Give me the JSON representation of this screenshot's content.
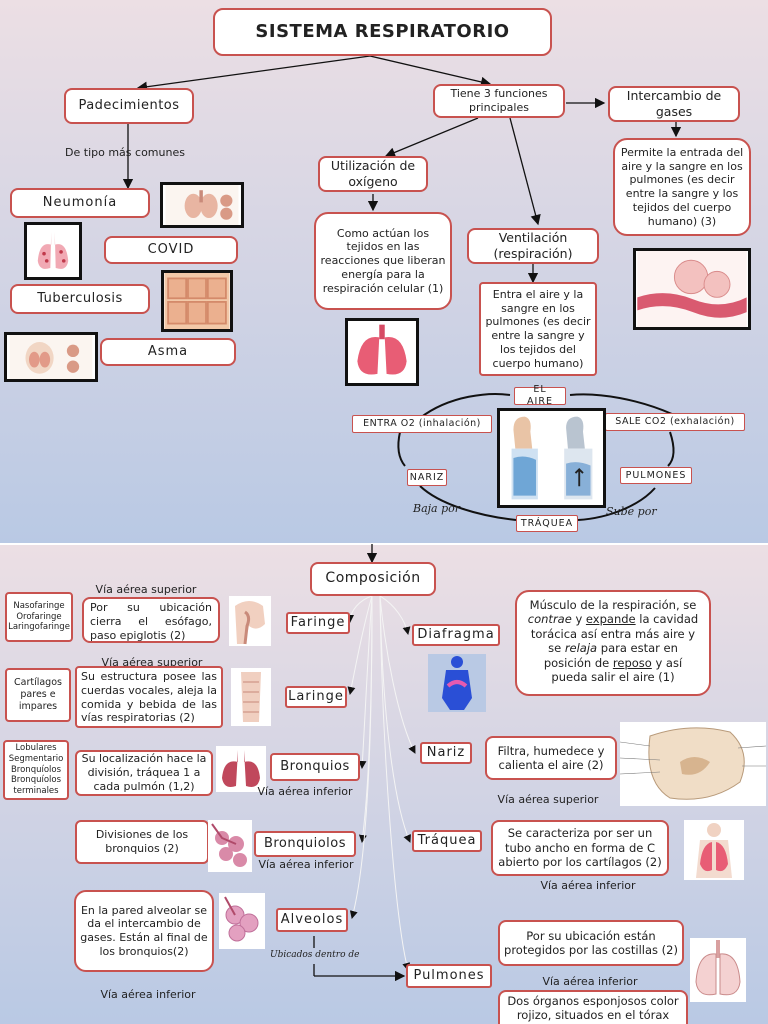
{
  "title": "SISTEMA RESPIRATORIO",
  "top": {
    "padecimientos": "Padecimientos",
    "de_tipo": "De tipo más comunes",
    "neumonia": "Neumonía",
    "covid": "COVID",
    "tuberculosis": "Tuberculosis",
    "asma": "Asma",
    "funciones": "Tiene 3 funciones principales",
    "utilizacion": "Utilización de oxígeno",
    "utilizacion_desc": "Como actúan los tejidos en las reacciones que liberan energía para la respiración celular (1)",
    "ventilacion": "Ventilación (respiración)",
    "ventilacion_desc": "Entra el aire y la sangre en los pulmones (es decir entre la sangre y los tejidos del cuerpo humano)",
    "intercambio": "Intercambio de gases",
    "intercambio_desc": "Permite la entrada del aire y la sangre en los pulmones (es decir entre la sangre y los tejidos del cuerpo humano) (3)",
    "el_aire": "EL AIRE",
    "entra": "ENTRA O2 (inhalación)",
    "sale": "SALE CO2 (exhalación)",
    "nariz": "NARIZ",
    "pulmones": "PULMONES",
    "traquea": "TRÁQUEA",
    "baja_por": "Baja por",
    "sube_por": "Sube por"
  },
  "bottom": {
    "composicion": "Composición",
    "faringe": "Faringe",
    "faringe_types": "Nasofaringe Orofaringe Laringofaringe",
    "faringe_via": "Vía aérea superior",
    "faringe_desc": "Por su ubicación cierra el esófago, paso epiglotis (2)",
    "laringe": "Laringe",
    "laringe_types": "Cartílagos pares e impares",
    "laringe_via": "Vía aérea superior",
    "laringe_desc": "Su estructura posee las cuerdas vocales, aleja la comida y bebida de las vías respiratorias (2)",
    "bronquios": "Bronquios",
    "bronquios_types": "Lobulares Segmentario Bronquíolos Bronquíolos terminales",
    "bronquios_desc": "Su localización hace la división, tráquea 1 a cada pulmón (1,2)",
    "bronquios_via": "Vía aérea inferior",
    "bronquiolos": "Bronquiolos",
    "bronquiolos_desc": "Divisiones de los bronquios (2)",
    "bronquiolos_via": "Vía aérea inferior",
    "alveolos": "Alveolos",
    "alveolos_desc": "En la pared alveolar se da el intercambio de gases. Están al final de los bronquios(2)",
    "alveolos_via": "Vía aérea inferior",
    "ubicados": "Ubicados dentro de",
    "diafragma": "Diafragma",
    "diafragma_desc_parts": [
      "Músculo de la respiración, se ",
      "contrae",
      " y ",
      "expande",
      " la cavidad torácica así entra más aire y se ",
      "relaja",
      " para estar en posición de ",
      "reposo",
      " y así pueda salir el aire (1)"
    ],
    "nariz": "Nariz",
    "nariz_desc": "Filtra, humedece y calienta el aire (2)",
    "nariz_via": "Vía aérea superior",
    "traquea": "Tráquea",
    "traquea_desc": "Se caracteriza por ser un tubo ancho en forma de C abierto por los cartílagos (2)",
    "traquea_via": "Vía aérea inferior",
    "pulmones": "Pulmones",
    "pulmones_desc": "Por su ubicación están protegidos por las costillas (2)",
    "pulmones_via": "Vía aérea inferior",
    "pulmones_desc2": "Dos órganos esponjosos color rojizo, situados en el tórax"
  }
}
